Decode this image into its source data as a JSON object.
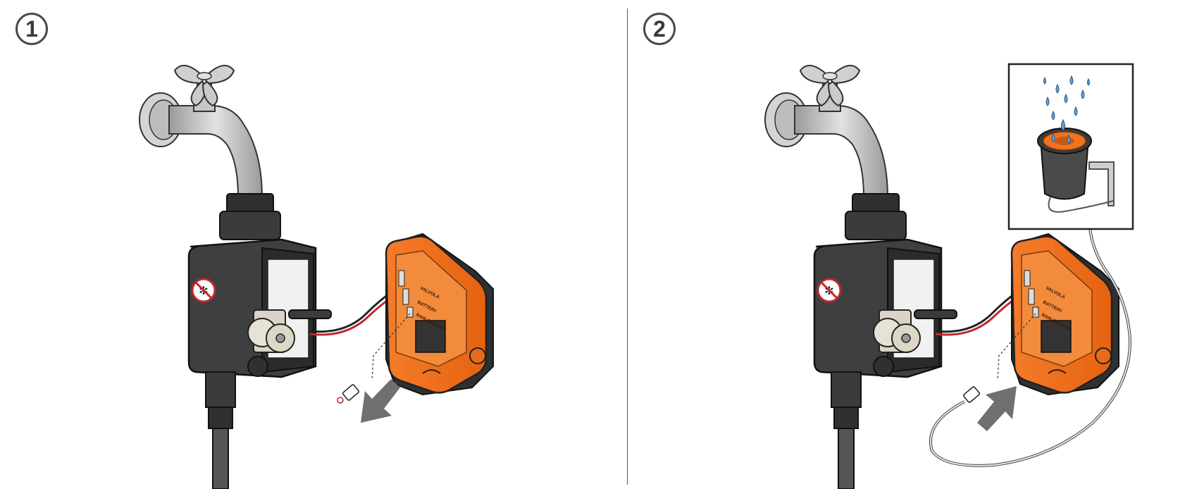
{
  "steps": [
    {
      "number": "1"
    },
    {
      "number": "2"
    }
  ],
  "box_labels": {
    "line1": "VALVOLA",
    "line2": "BATTERY",
    "line3": "RAIN SENSOR"
  },
  "colors": {
    "accent_orange": "#f0731e",
    "dark_body": "#3e3f41",
    "faucet_grey": "#c9c9c9",
    "arrow_grey": "#707070",
    "water_blue": "#6a9fd0",
    "wire_red": "#c0272d"
  },
  "icons": {
    "no_frost": "no-frost-icon",
    "arrow_out": "arrow-remove-icon",
    "arrow_in": "arrow-insert-icon"
  }
}
